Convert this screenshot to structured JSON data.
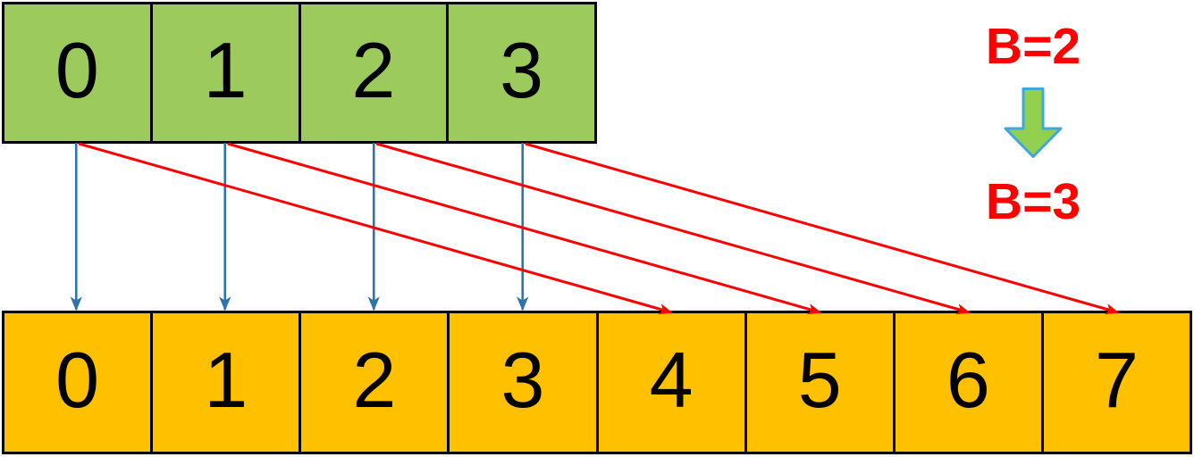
{
  "diagram": {
    "type": "array-expansion-mapping",
    "source_array": {
      "cells": [
        "0",
        "1",
        "2",
        "3"
      ],
      "fill": "#9CCA5D"
    },
    "target_array": {
      "cells": [
        "0",
        "1",
        "2",
        "3",
        "4",
        "5",
        "6",
        "7"
      ],
      "fill": "#FFC000"
    },
    "cell_border_color": "#000000",
    "mappings": {
      "direct": {
        "color": "#2E74A6",
        "pairs": [
          [
            0,
            0
          ],
          [
            1,
            1
          ],
          [
            2,
            2
          ],
          [
            3,
            3
          ]
        ]
      },
      "shifted": {
        "color": "#FF0000",
        "pairs": [
          [
            0,
            4
          ],
          [
            1,
            5
          ],
          [
            2,
            6
          ],
          [
            3,
            7
          ]
        ]
      }
    },
    "annotation": {
      "before": "B=2",
      "after": "B=3",
      "text_color": "#FF0000",
      "transition_icon": "down-block-arrow",
      "icon_fill": "#92D050",
      "icon_border": "#3FA7DC"
    }
  }
}
